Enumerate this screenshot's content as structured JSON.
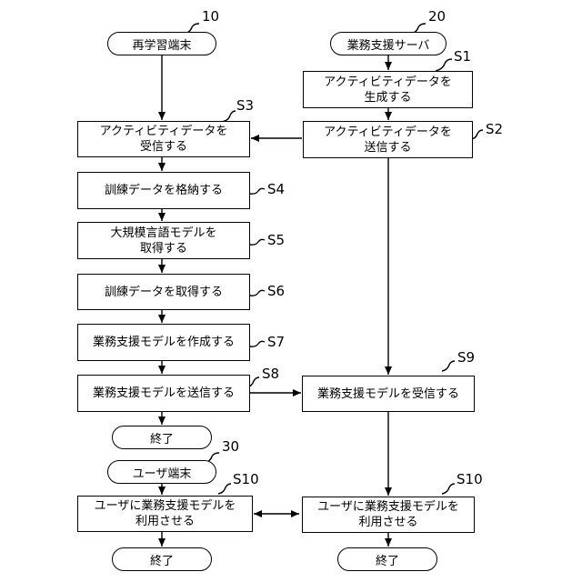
{
  "terminals": {
    "relearning_terminal": "再学習端末",
    "business_support_server": "業務支援サーバ",
    "user_terminal": "ユーザ端末",
    "end_left_1": "終了",
    "end_left_2": "終了",
    "end_right": "終了"
  },
  "ref_labels": {
    "n10": "10",
    "n20": "20",
    "n30": "30"
  },
  "steps": {
    "s1_text": "アクティビティデータを\n生成する",
    "s2_text": "アクティビティデータを\n送信する",
    "s3_text": "アクティビティデータを\n受信する",
    "s4_text": "訓練データを格納する",
    "s5_text": "大規模言語モデルを\n取得する",
    "s6_text": "訓練データを取得する",
    "s7_text": "業務支援モデルを作成する",
    "s8_text": "業務支援モデルを送信する",
    "s9_text": "業務支援モデルを受信する",
    "s10_left_text": "ユーザに業務支援モデルを\n利用させる",
    "s10_right_text": "ユーザに業務支援モデルを\n利用させる"
  },
  "step_labels": {
    "s1": "S1",
    "s2": "S2",
    "s3": "S3",
    "s4": "S4",
    "s5": "S5",
    "s6": "S6",
    "s7": "S7",
    "s8": "S8",
    "s9": "S9",
    "s10_left": "S10",
    "s10_right": "S10"
  }
}
